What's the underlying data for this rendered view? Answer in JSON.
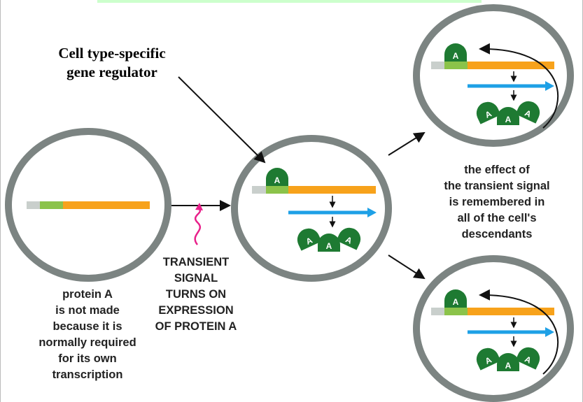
{
  "callout": {
    "line1": "Cell type-specific",
    "line2": "gene regulator"
  },
  "left_caption": [
    "protein A",
    "is not made",
    "because it is",
    "normally required",
    "for its own",
    "transcription"
  ],
  "signal_caption": [
    "TRANSIENT",
    "SIGNAL",
    "TURNS ON",
    "EXPRESSION",
    "OF PROTEIN A"
  ],
  "right_caption": [
    "the effect of",
    "the transient signal",
    "is remembered in",
    "all of the cell's",
    "descendants"
  ],
  "protein_label": "A",
  "colors": {
    "membrane": "#7c8482",
    "promoter": "#c9cfcc",
    "regulatory": "#8bc34a",
    "gene": "#f7a21b",
    "mrna": "#1ea0e6",
    "protein": "#1e7a32",
    "signal": "#e8208a"
  }
}
